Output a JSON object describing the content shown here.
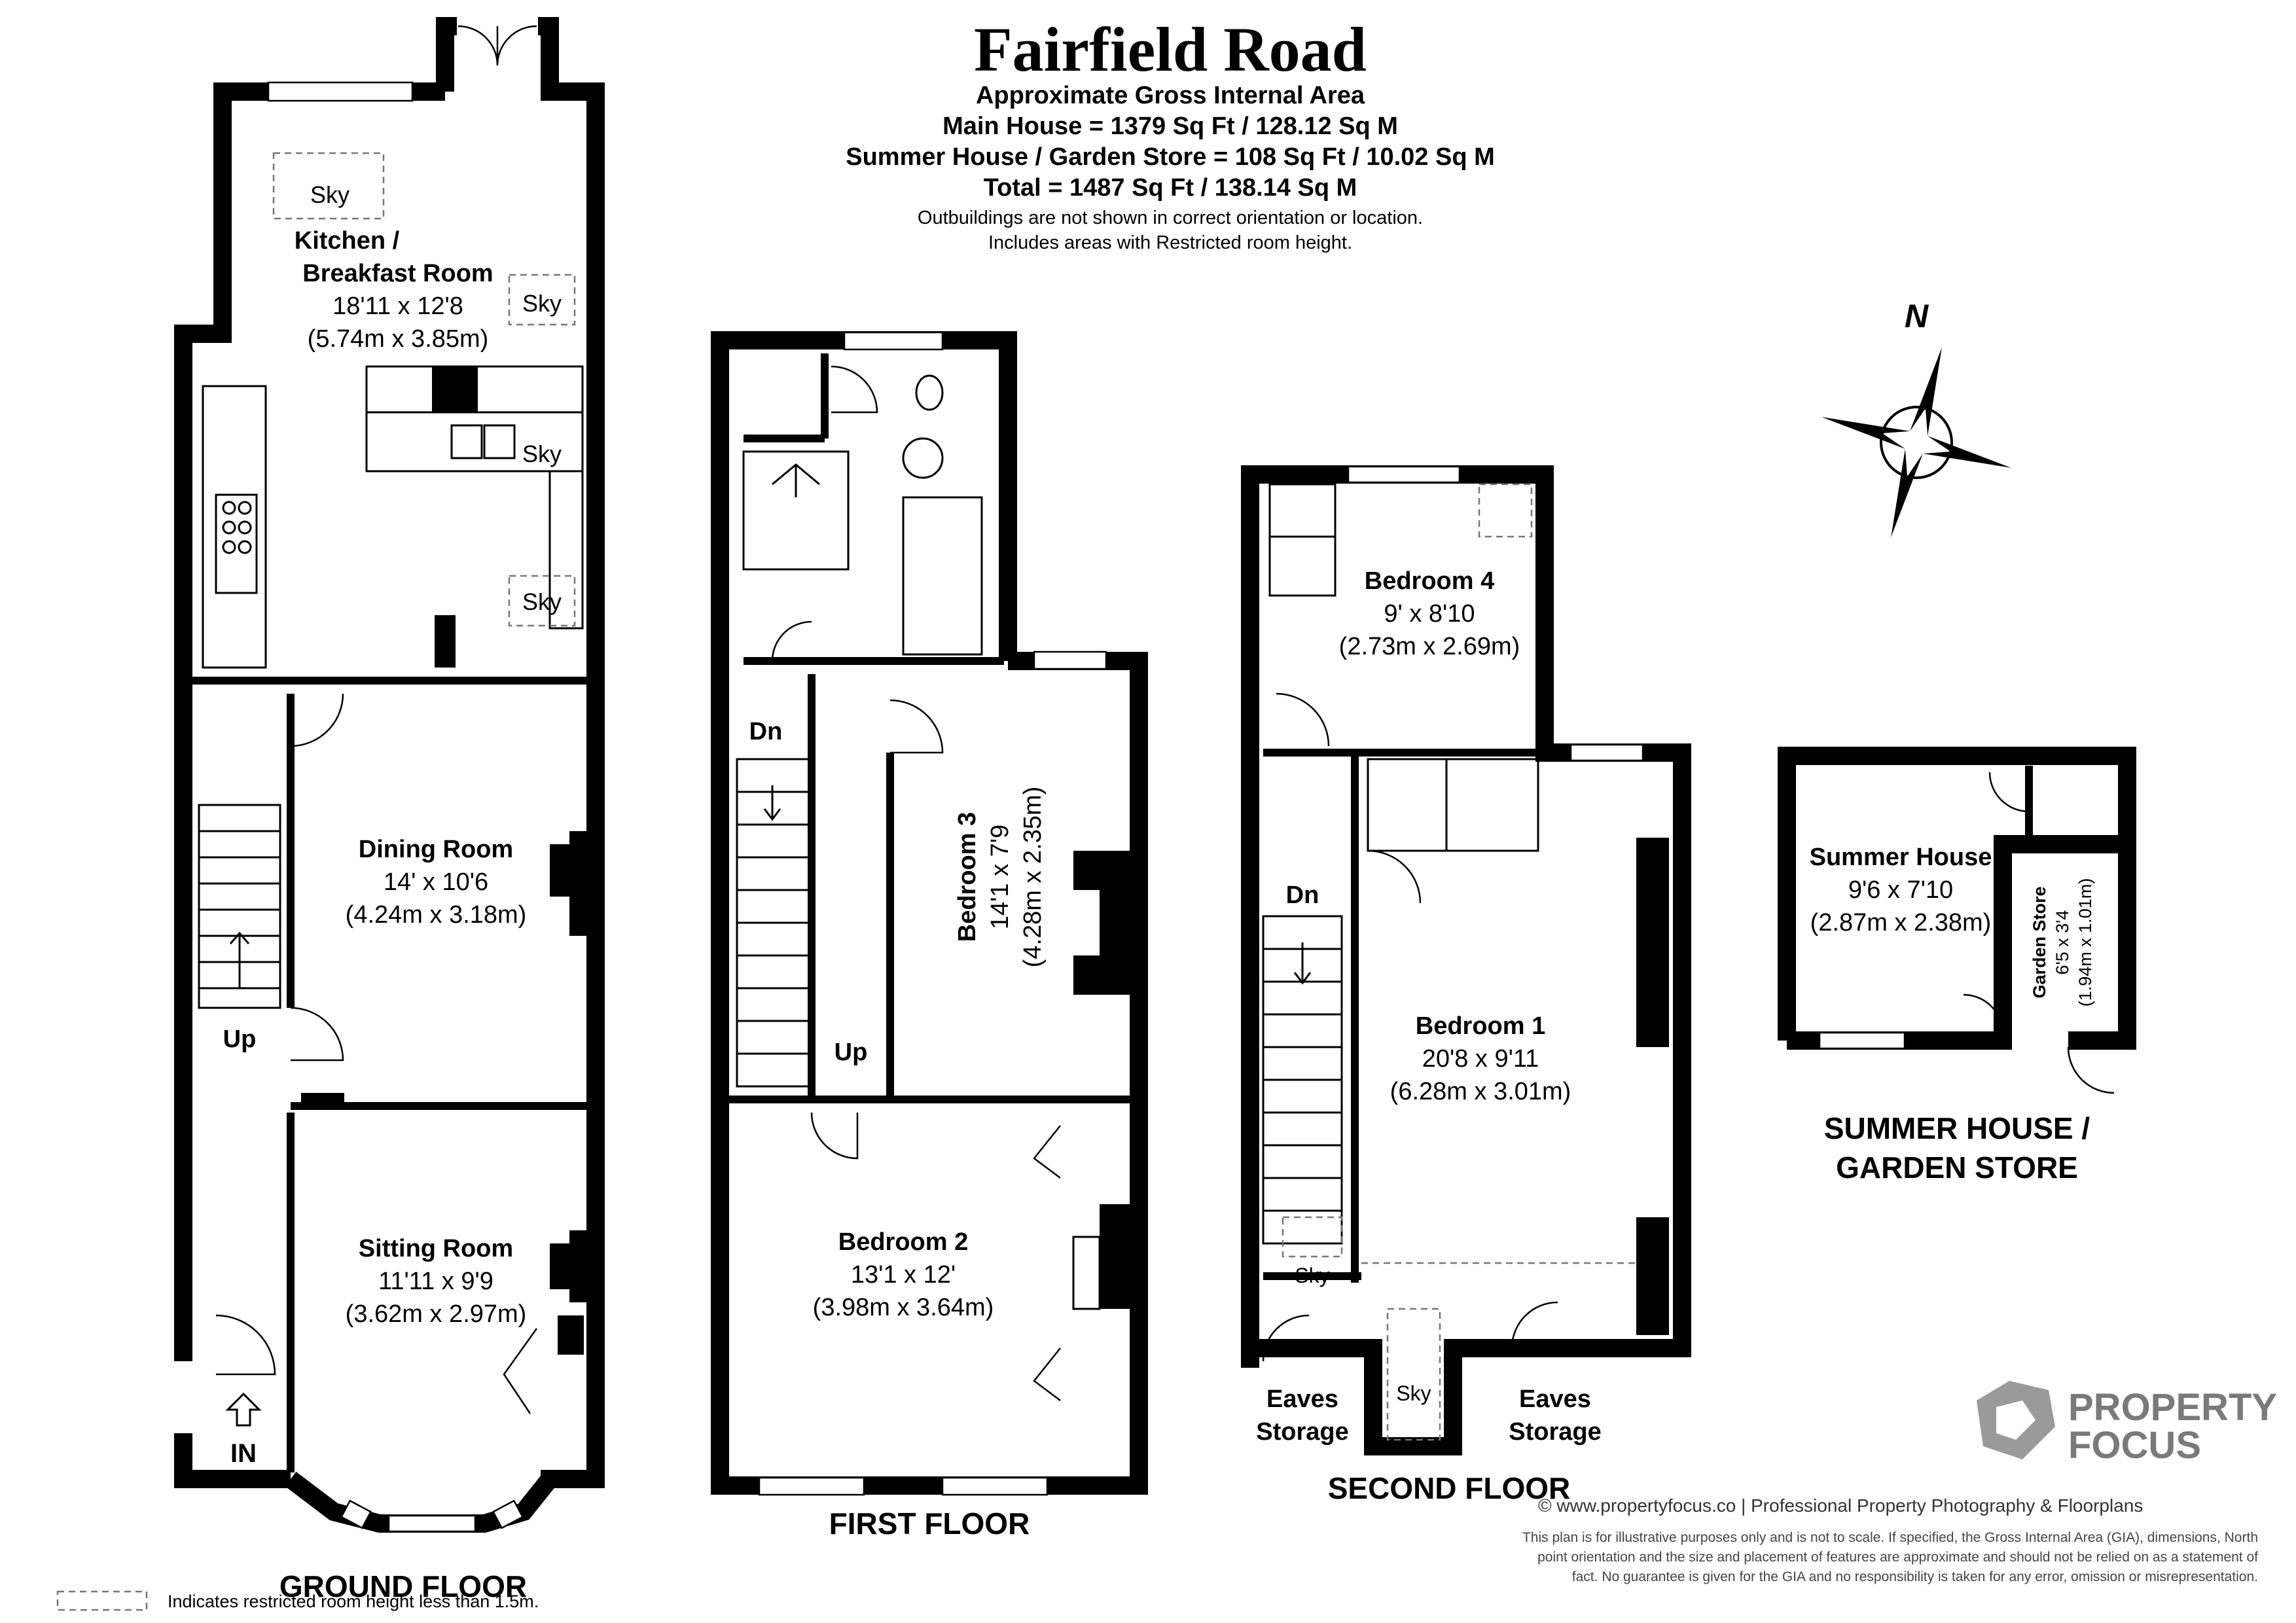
{
  "title": "Fairfield Road",
  "header": {
    "line1": "Approximate Gross Internal Area",
    "line2": "Main House = 1379 Sq Ft / 128.12 Sq M",
    "line3": "Summer House / Garden Store = 108 Sq Ft / 10.02 Sq M",
    "line4": "Total = 1487 Sq Ft / 138.14 Sq M",
    "note1": "Outbuildings are not shown in correct orientation or location.",
    "note2": "Includes areas with Restricted room height."
  },
  "compass": {
    "label": "N"
  },
  "floors": {
    "ground": "GROUND FLOOR",
    "first": "FIRST FLOOR",
    "second": "SECOND FLOOR",
    "summer_line1": "SUMMER HOUSE /",
    "summer_line2": "GARDEN STORE"
  },
  "rooms": {
    "kitchen": {
      "name1": "Kitchen /",
      "name2": "Breakfast Room",
      "imperial": "18'11 x 12'8",
      "metric": "(5.74m x 3.85m)"
    },
    "dining": {
      "name": "Dining Room",
      "imperial": "14' x 10'6",
      "metric": "(4.24m x 3.18m)"
    },
    "sitting": {
      "name": "Sitting Room",
      "imperial": "11'11 x 9'9",
      "metric": "(3.62m x 2.97m)"
    },
    "bedroom3": {
      "name": "Bedroom 3",
      "imperial": "14'1 x 7'9",
      "metric": "(4.28m x 2.35m)"
    },
    "bedroom2": {
      "name": "Bedroom 2",
      "imperial": "13'1 x 12'",
      "metric": "(3.98m x 3.64m)"
    },
    "bedroom4": {
      "name": "Bedroom 4",
      "imperial": "9' x 8'10",
      "metric": "(2.73m x 2.69m)"
    },
    "bedroom1": {
      "name": "Bedroom 1",
      "imperial": "20'8 x 9'11",
      "metric": "(6.28m x 3.01m)"
    },
    "summer": {
      "name": "Summer House",
      "imperial": "9'6 x 7'10",
      "metric": "(2.87m x 2.38m)"
    },
    "garden_store": {
      "name": "Garden Store",
      "imperial": "6'5 x 3'4",
      "metric": "(1.94m x 1.01m)"
    }
  },
  "labels": {
    "sky": "Sky",
    "up": "Up",
    "dn": "Dn",
    "in": "IN",
    "eaves_line1": "Eaves",
    "eaves_line2": "Storage"
  },
  "branding": {
    "line1": "PROPERTY",
    "line2": "FOCUS"
  },
  "footer": {
    "copyright": "© www.propertyfocus.co | Professional Property Photography & Floorplans",
    "disclaimer1": "This plan is for illustrative purposes only and is not to scale. If specified, the Gross Internal Area (GIA), dimensions, North",
    "disclaimer2": "point orientation and the size and placement of features are approximate and should not be relied on as a statement of",
    "disclaimer3": "fact. No guarantee is given for the GIA and no responsibility is taken for any error, omission or misrepresentation.",
    "legend": "Indicates restricted room height less than 1.5m."
  }
}
